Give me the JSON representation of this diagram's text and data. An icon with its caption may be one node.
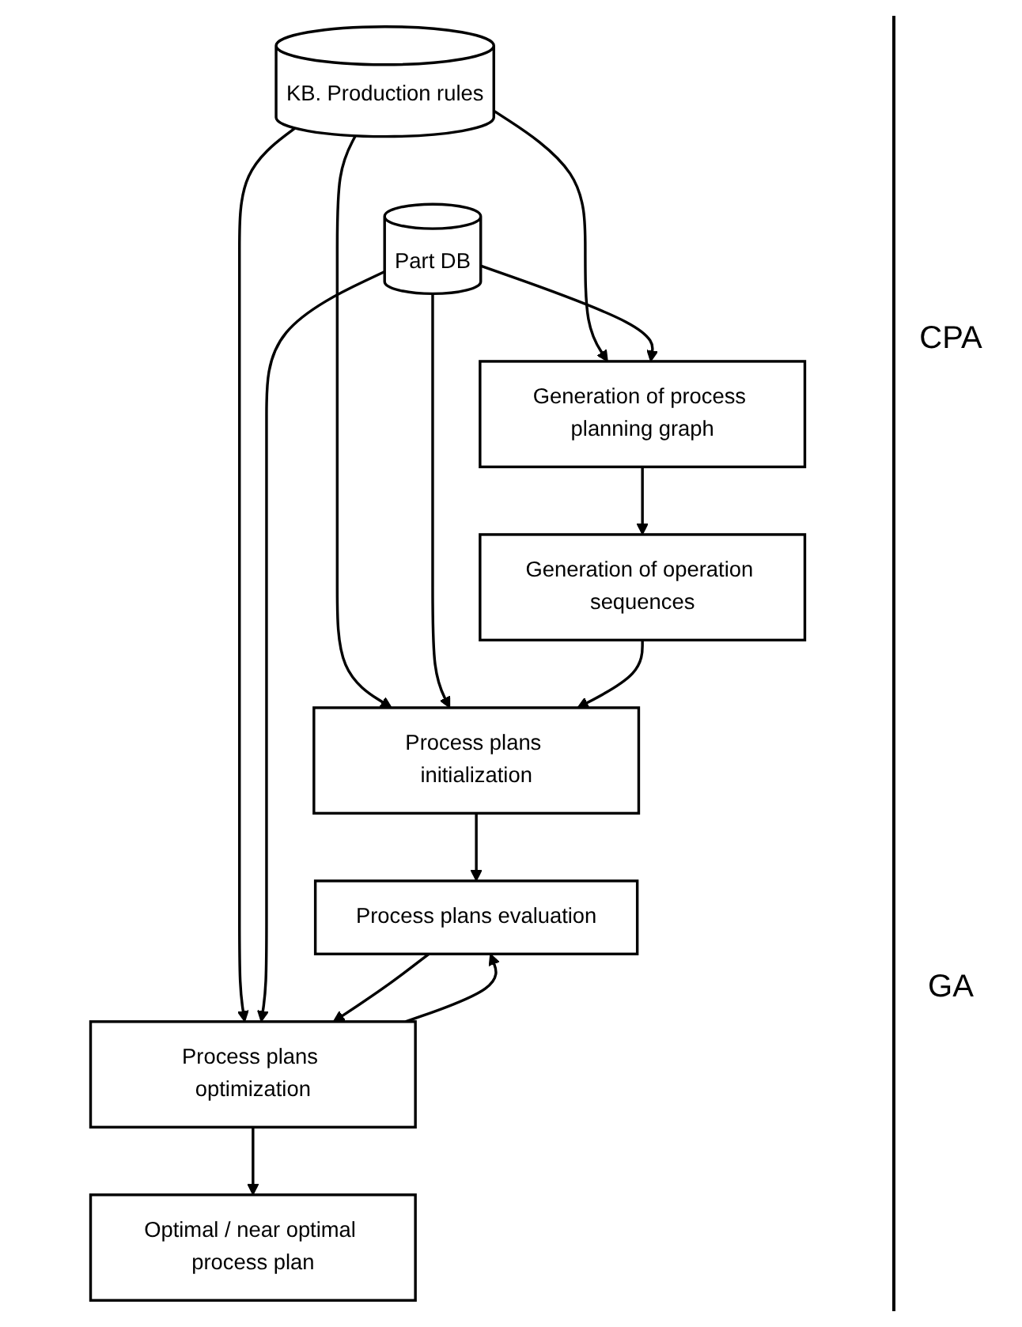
{
  "diagram": {
    "nodes": [
      {
        "text": [
          "KB. Production rules"
        ]
      },
      {
        "text": [
          "Generation of process planning graph"
        ]
      },
      {
        "text": [
          "Generation of operation sequences"
        ]
      },
      {
        "text": [
          "Process plans initialization"
        ]
      },
      {
        "text": [
          "Part DB"
        ]
      },
      {
        "text": [
          "Process plans evaluation"
        ]
      },
      {
        "text": [
          "Process plans optimization"
        ]
      },
      {
        "text": [
          "Optimal / near optimal process plan"
        ]
      }
    ],
    "edges": [
      {
        "from": 0,
        "to": 1,
        "arrow": "to"
      },
      {
        "from": 0,
        "to": 3,
        "arrow": "to"
      },
      {
        "from": 0,
        "to": 6,
        "arrow": "to"
      },
      {
        "from": 4,
        "to": 1,
        "arrow": "to"
      },
      {
        "from": 4,
        "to": 3,
        "arrow": "to"
      },
      {
        "from": 4,
        "to": 6,
        "arrow": "to"
      },
      {
        "from": 1,
        "to": 2,
        "arrow": "to"
      },
      {
        "from": 2,
        "to": 3,
        "arrow": "to"
      },
      {
        "from": 3,
        "to": 5,
        "arrow": "to"
      },
      {
        "from": 5,
        "to": 6,
        "arrow": "to"
      },
      {
        "from": 6,
        "to": 5,
        "arrow": "to"
      },
      {
        "from": 6,
        "to": 7,
        "arrow": "to"
      }
    ],
    "labels": [
      "CPA",
      "GA"
    ]
  }
}
